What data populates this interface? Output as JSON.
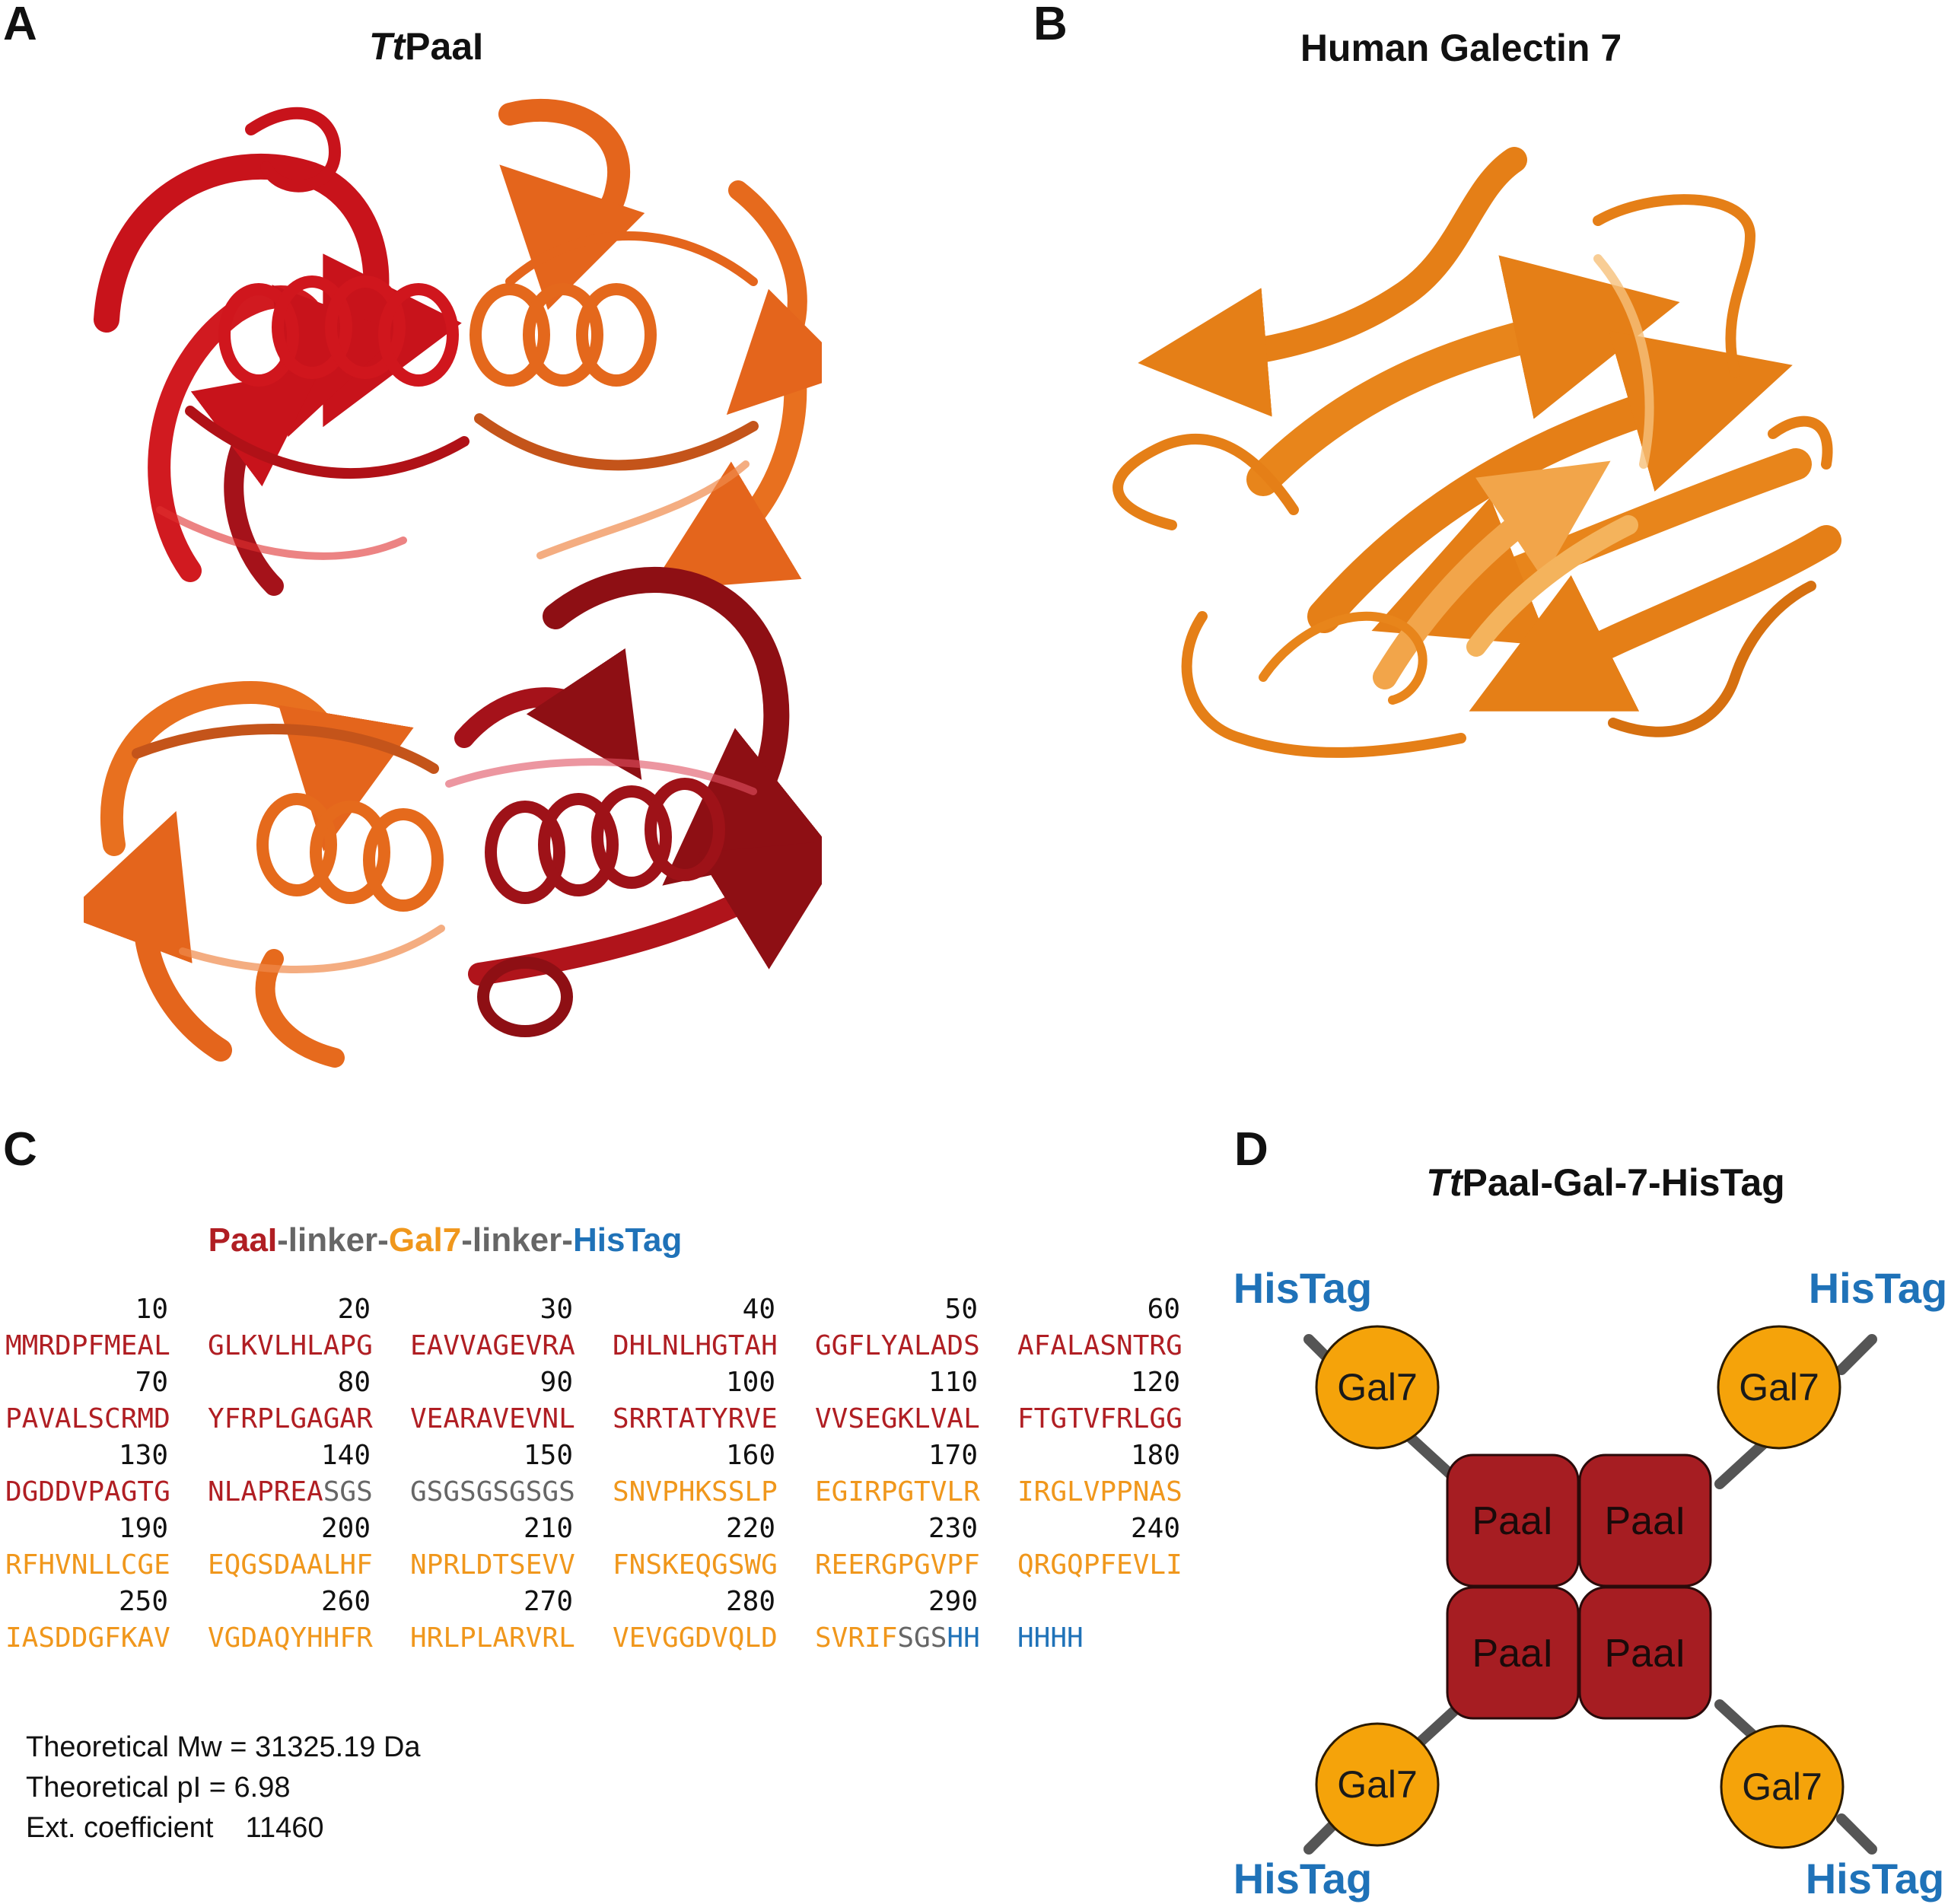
{
  "panels": {
    "a": {
      "letter": "A",
      "title_italic": "Tt",
      "title_rest": "PaaI"
    },
    "b": {
      "letter": "B",
      "title": "Human Galectin 7"
    },
    "c": {
      "letter": "C"
    },
    "d": {
      "letter": "D",
      "title_italic": "Tt",
      "title_rest": "PaaI-Gal-7-HisTag"
    }
  },
  "legend": {
    "paal": "PaaI",
    "sep1": "-linker-",
    "gal": "Gal7",
    "sep2": "-linker-",
    "his": "HisTag"
  },
  "sequence": {
    "rows": [
      {
        "numbers": [
          "10",
          "20",
          "30",
          "40",
          "50",
          "60"
        ],
        "groups": [
          [
            [
              "p",
              "MMRDPFMEAL"
            ]
          ],
          [
            [
              "p",
              "GLKVLHLAPG"
            ]
          ],
          [
            [
              "p",
              "EAVVAGEVRA"
            ]
          ],
          [
            [
              "p",
              "DHLNLHGTAH"
            ]
          ],
          [
            [
              "p",
              "GGFLYALADS"
            ]
          ],
          [
            [
              "p",
              "AFALASNTRG"
            ]
          ]
        ]
      },
      {
        "numbers": [
          "70",
          "80",
          "90",
          "100",
          "110",
          "120"
        ],
        "groups": [
          [
            [
              "p",
              "PAVALSCRMD"
            ]
          ],
          [
            [
              "p",
              "YFRPLGAGAR"
            ]
          ],
          [
            [
              "p",
              "VEARAVEVNL"
            ]
          ],
          [
            [
              "p",
              "SRRTATYRVE"
            ]
          ],
          [
            [
              "p",
              "VVSEGKLVAL"
            ]
          ],
          [
            [
              "p",
              "FTGTVFRLGG"
            ]
          ]
        ]
      },
      {
        "numbers": [
          "130",
          "140",
          "150",
          "160",
          "170",
          "180"
        ],
        "groups": [
          [
            [
              "p",
              "DGDDVPAGTG"
            ]
          ],
          [
            [
              "p",
              "NLAPREA"
            ],
            [
              "l",
              "SGS"
            ]
          ],
          [
            [
              "l",
              "GSGSGSGSGS"
            ]
          ],
          [
            [
              "g",
              "SNVPHKSSLP"
            ]
          ],
          [
            [
              "g",
              "EGIRPGTVLR"
            ]
          ],
          [
            [
              "g",
              "IRGLVPPNAS"
            ]
          ]
        ]
      },
      {
        "numbers": [
          "190",
          "200",
          "210",
          "220",
          "230",
          "240"
        ],
        "groups": [
          [
            [
              "g",
              "RFHVNLLCGE"
            ]
          ],
          [
            [
              "g",
              "EQGSDAALHF"
            ]
          ],
          [
            [
              "g",
              "NPRLDTSEVV"
            ]
          ],
          [
            [
              "g",
              "FNSKEQGSWG"
            ]
          ],
          [
            [
              "g",
              "REERGPGVPF"
            ]
          ],
          [
            [
              "g",
              "QRGQPFEVLI"
            ]
          ]
        ]
      },
      {
        "numbers": [
          "250",
          "260",
          "270",
          "280",
          "290",
          ""
        ],
        "groups": [
          [
            [
              "g",
              "IASDDGFKAV"
            ]
          ],
          [
            [
              "g",
              "VGDAQYHHFR"
            ]
          ],
          [
            [
              "g",
              "HRLPLARVRL"
            ]
          ],
          [
            [
              "g",
              "VEVGGDVQLD"
            ]
          ],
          [
            [
              "g",
              "SVRIF"
            ],
            [
              "l",
              "SGS"
            ],
            [
              "h",
              "HH"
            ]
          ],
          [
            [
              "h",
              "HHHH"
            ]
          ]
        ]
      }
    ]
  },
  "properties": {
    "mw": "Theoretical Mw = 31325.19 Da",
    "pi": "Theoretical pI = 6.98",
    "ext": "Ext. coefficient    11460"
  },
  "diagram": {
    "core_label": "PaaI",
    "gal_label": "Gal7",
    "his_label": "HisTag"
  },
  "colors": {
    "paal": "#b01e23",
    "linker": "#666666",
    "gal": "#f0971c",
    "his": "#1f72b8",
    "core_fill": "#a61d22",
    "gal_fill": "#f5a30a"
  }
}
